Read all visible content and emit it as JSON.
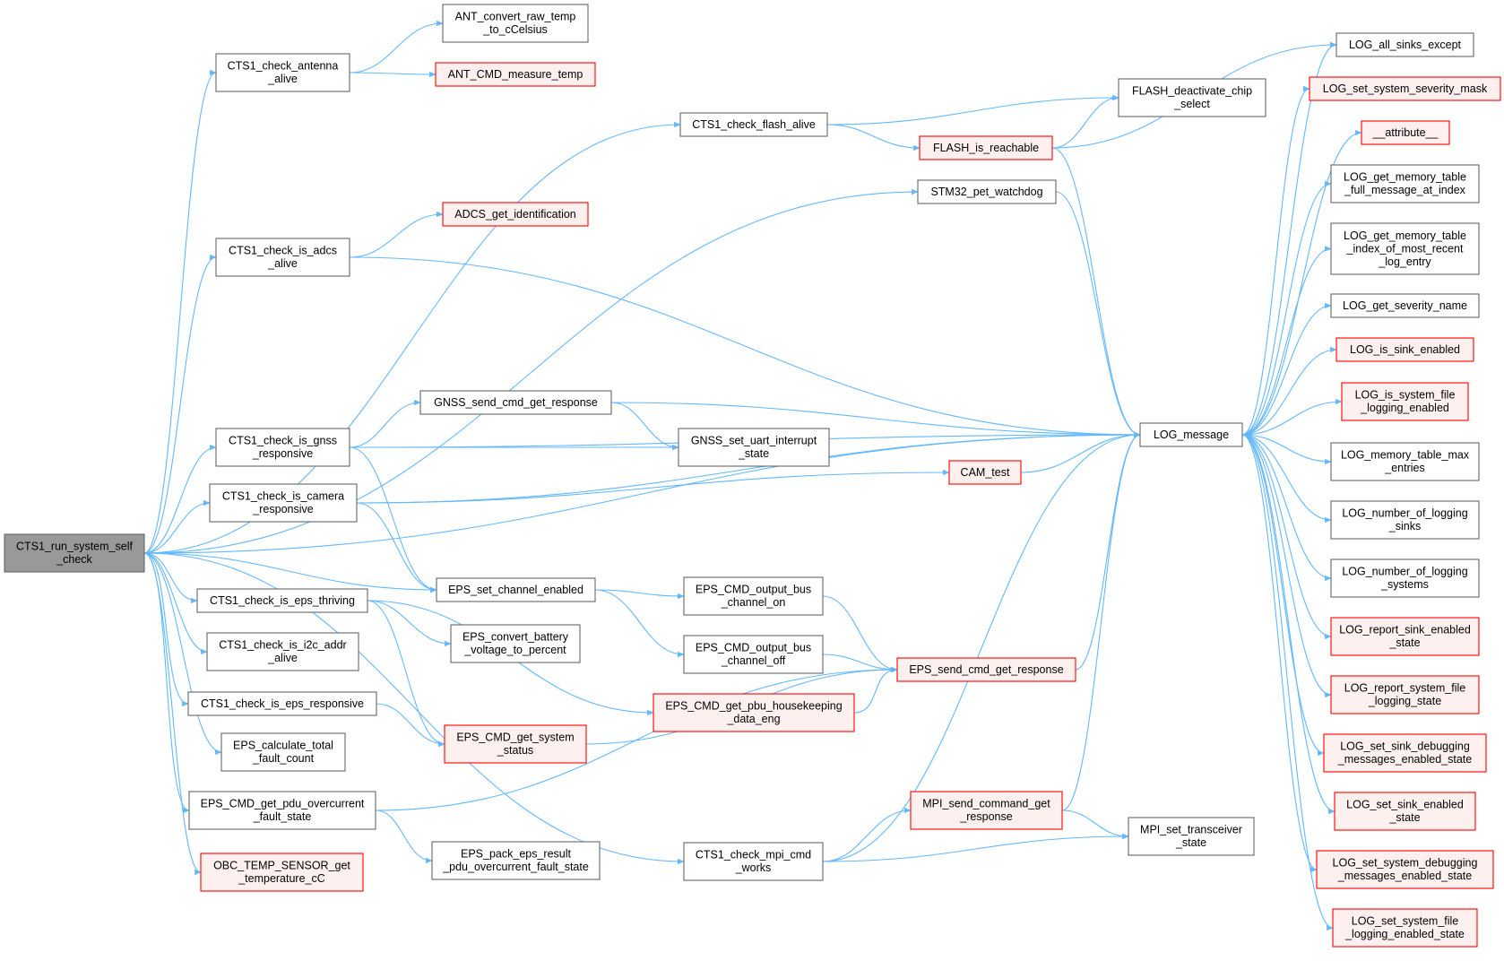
{
  "colors": {
    "edge": "#63b8ff",
    "root_fill": "#999999",
    "root_stroke": "#666666",
    "normal_fill": "#ffffff",
    "normal_stroke": "#666666",
    "red_fill": "#fff0f0",
    "red_stroke": "#ff0000"
  },
  "nodes": [
    {
      "id": "root",
      "lines": [
        "CTS1_run_system_self",
        "_check"
      ],
      "style": "root"
    },
    {
      "id": "chk_ant",
      "lines": [
        "CTS1_check_antenna",
        "_alive"
      ],
      "style": "normal"
    },
    {
      "id": "ant_conv",
      "lines": [
        "ANT_convert_raw_temp",
        "_to_cCelsius"
      ],
      "style": "normal"
    },
    {
      "id": "ant_meas",
      "lines": [
        "ANT_CMD_measure_temp"
      ],
      "style": "red"
    },
    {
      "id": "chk_flash",
      "lines": [
        "CTS1_check_flash_alive"
      ],
      "style": "normal"
    },
    {
      "id": "flash_deact",
      "lines": [
        "FLASH_deactivate_chip",
        "_select"
      ],
      "style": "normal"
    },
    {
      "id": "flash_reach",
      "lines": [
        "FLASH_is_reachable"
      ],
      "style": "red"
    },
    {
      "id": "stm32",
      "lines": [
        "STM32_pet_watchdog"
      ],
      "style": "normal"
    },
    {
      "id": "adcs_id",
      "lines": [
        "ADCS_get_identification"
      ],
      "style": "red"
    },
    {
      "id": "chk_adcs",
      "lines": [
        "CTS1_check_is_adcs",
        "_alive"
      ],
      "style": "normal"
    },
    {
      "id": "gnss_send",
      "lines": [
        "GNSS_send_cmd_get_response"
      ],
      "style": "normal"
    },
    {
      "id": "chk_gnss",
      "lines": [
        "CTS1_check_is_gnss",
        "_responsive"
      ],
      "style": "normal"
    },
    {
      "id": "gnss_uart",
      "lines": [
        "GNSS_set_uart_interrupt",
        "_state"
      ],
      "style": "normal"
    },
    {
      "id": "log_msg",
      "lines": [
        "LOG_message"
      ],
      "style": "normal"
    },
    {
      "id": "cam_test",
      "lines": [
        "CAM_test"
      ],
      "style": "red"
    },
    {
      "id": "chk_cam",
      "lines": [
        "CTS1_check_is_camera",
        "_responsive"
      ],
      "style": "normal"
    },
    {
      "id": "eps_set_ch",
      "lines": [
        "EPS_set_channel_enabled"
      ],
      "style": "normal"
    },
    {
      "id": "eps_bus_on",
      "lines": [
        "EPS_CMD_output_bus",
        "_channel_on"
      ],
      "style": "normal"
    },
    {
      "id": "chk_eps_thr",
      "lines": [
        "CTS1_check_is_eps_thriving"
      ],
      "style": "normal"
    },
    {
      "id": "eps_batt",
      "lines": [
        "EPS_convert_battery",
        "_voltage_to_percent"
      ],
      "style": "normal"
    },
    {
      "id": "eps_bus_off",
      "lines": [
        "EPS_CMD_output_bus",
        "_channel_off"
      ],
      "style": "normal"
    },
    {
      "id": "chk_i2c",
      "lines": [
        "CTS1_check_is_i2c_addr",
        "_alive"
      ],
      "style": "normal"
    },
    {
      "id": "eps_send",
      "lines": [
        "EPS_send_cmd_get_response"
      ],
      "style": "red"
    },
    {
      "id": "chk_eps_resp",
      "lines": [
        "CTS1_check_is_eps_responsive"
      ],
      "style": "normal"
    },
    {
      "id": "eps_pbu",
      "lines": [
        "EPS_CMD_get_pbu_housekeeping",
        "_data_eng"
      ],
      "style": "red"
    },
    {
      "id": "eps_sys",
      "lines": [
        "EPS_CMD_get_system",
        "_status"
      ],
      "style": "red"
    },
    {
      "id": "eps_fault",
      "lines": [
        "EPS_calculate_total",
        "_fault_count"
      ],
      "style": "normal"
    },
    {
      "id": "eps_pdu",
      "lines": [
        "EPS_CMD_get_pdu_overcurrent",
        "_fault_state"
      ],
      "style": "normal"
    },
    {
      "id": "mpi_send",
      "lines": [
        "MPI_send_command_get",
        "_response"
      ],
      "style": "red"
    },
    {
      "id": "mpi_trans",
      "lines": [
        "MPI_set_transceiver",
        "_state"
      ],
      "style": "normal"
    },
    {
      "id": "obc_temp",
      "lines": [
        "OBC_TEMP_SENSOR_get",
        "_temperature_cC"
      ],
      "style": "red"
    },
    {
      "id": "eps_pack",
      "lines": [
        "EPS_pack_eps_result",
        "_pdu_overcurrent_fault_state"
      ],
      "style": "normal"
    },
    {
      "id": "chk_mpi",
      "lines": [
        "CTS1_check_mpi_cmd",
        "_works"
      ],
      "style": "normal"
    },
    {
      "id": "log_all",
      "lines": [
        "LOG_all_sinks_except"
      ],
      "style": "normal"
    },
    {
      "id": "log_sev_mask",
      "lines": [
        "LOG_set_system_severity_mask"
      ],
      "style": "red"
    },
    {
      "id": "attr",
      "lines": [
        "__attribute__"
      ],
      "style": "red"
    },
    {
      "id": "log_mem_full",
      "lines": [
        "LOG_get_memory_table",
        "_full_message_at_index"
      ],
      "style": "normal"
    },
    {
      "id": "log_mem_idx",
      "lines": [
        "LOG_get_memory_table",
        "_index_of_most_recent",
        "_log_entry"
      ],
      "style": "normal"
    },
    {
      "id": "log_sev_name",
      "lines": [
        "LOG_get_severity_name"
      ],
      "style": "normal"
    },
    {
      "id": "log_sink_en",
      "lines": [
        "LOG_is_sink_enabled"
      ],
      "style": "red"
    },
    {
      "id": "log_sys_file",
      "lines": [
        "LOG_is_system_file",
        "_logging_enabled"
      ],
      "style": "red"
    },
    {
      "id": "log_mem_max",
      "lines": [
        "LOG_memory_table_max",
        "_entries"
      ],
      "style": "normal"
    },
    {
      "id": "log_num_sinks",
      "lines": [
        "LOG_number_of_logging",
        "_sinks"
      ],
      "style": "normal"
    },
    {
      "id": "log_num_sys",
      "lines": [
        "LOG_number_of_logging",
        "_systems"
      ],
      "style": "normal"
    },
    {
      "id": "log_rep_sink",
      "lines": [
        "LOG_report_sink_enabled",
        "_state"
      ],
      "style": "red"
    },
    {
      "id": "log_rep_sys",
      "lines": [
        "LOG_report_system_file",
        "_logging_state"
      ],
      "style": "red"
    },
    {
      "id": "log_set_sink_dbg",
      "lines": [
        "LOG_set_sink_debugging",
        "_messages_enabled_state"
      ],
      "style": "red"
    },
    {
      "id": "log_set_sink_en",
      "lines": [
        "LOG_set_sink_enabled",
        "_state"
      ],
      "style": "red"
    },
    {
      "id": "log_set_sys_dbg",
      "lines": [
        "LOG_set_system_debugging",
        "_messages_enabled_state"
      ],
      "style": "red"
    },
    {
      "id": "log_set_sys_file",
      "lines": [
        "LOG_set_system_file",
        "_logging_enabled_state"
      ],
      "style": "red"
    }
  ],
  "edges": [
    [
      "root",
      "chk_ant"
    ],
    [
      "root",
      "chk_flash"
    ],
    [
      "root",
      "stm32"
    ],
    [
      "root",
      "chk_adcs"
    ],
    [
      "root",
      "log_msg"
    ],
    [
      "root",
      "chk_gnss"
    ],
    [
      "root",
      "chk_cam"
    ],
    [
      "root",
      "eps_set_ch"
    ],
    [
      "root",
      "chk_eps_thr"
    ],
    [
      "root",
      "chk_i2c"
    ],
    [
      "root",
      "chk_eps_resp"
    ],
    [
      "root",
      "eps_fault"
    ],
    [
      "root",
      "eps_pdu"
    ],
    [
      "root",
      "obc_temp"
    ],
    [
      "root",
      "chk_mpi"
    ],
    [
      "chk_ant",
      "ant_conv"
    ],
    [
      "chk_ant",
      "ant_meas"
    ],
    [
      "chk_flash",
      "flash_deact"
    ],
    [
      "chk_flash",
      "flash_reach"
    ],
    [
      "flash_reach",
      "flash_deact"
    ],
    [
      "flash_reach",
      "log_all"
    ],
    [
      "flash_reach",
      "log_msg"
    ],
    [
      "stm32",
      "log_msg"
    ],
    [
      "chk_adcs",
      "adcs_id"
    ],
    [
      "chk_adcs",
      "log_msg"
    ],
    [
      "chk_gnss",
      "gnss_send"
    ],
    [
      "chk_gnss",
      "gnss_uart"
    ],
    [
      "chk_gnss",
      "log_msg"
    ],
    [
      "chk_gnss",
      "eps_set_ch"
    ],
    [
      "gnss_send",
      "gnss_uart"
    ],
    [
      "gnss_send",
      "log_msg"
    ],
    [
      "chk_cam",
      "cam_test"
    ],
    [
      "chk_cam",
      "log_msg"
    ],
    [
      "chk_cam",
      "eps_set_ch"
    ],
    [
      "cam_test",
      "log_msg"
    ],
    [
      "eps_set_ch",
      "eps_bus_on"
    ],
    [
      "eps_set_ch",
      "eps_bus_off"
    ],
    [
      "eps_bus_on",
      "eps_send"
    ],
    [
      "eps_bus_off",
      "eps_send"
    ],
    [
      "chk_eps_thr",
      "eps_batt"
    ],
    [
      "chk_eps_thr",
      "eps_pbu"
    ],
    [
      "chk_eps_thr",
      "eps_sys"
    ],
    [
      "eps_pbu",
      "eps_send"
    ],
    [
      "chk_eps_resp",
      "eps_sys"
    ],
    [
      "eps_sys",
      "eps_send"
    ],
    [
      "eps_pdu",
      "eps_send"
    ],
    [
      "eps_pdu",
      "eps_pack"
    ],
    [
      "eps_send",
      "log_msg"
    ],
    [
      "chk_mpi",
      "mpi_send"
    ],
    [
      "chk_mpi",
      "mpi_trans"
    ],
    [
      "chk_mpi",
      "log_msg"
    ],
    [
      "mpi_send",
      "mpi_trans"
    ],
    [
      "mpi_send",
      "log_msg"
    ],
    [
      "log_msg",
      "log_all"
    ],
    [
      "log_msg",
      "log_sev_mask"
    ],
    [
      "log_msg",
      "attr"
    ],
    [
      "log_msg",
      "log_mem_full"
    ],
    [
      "log_msg",
      "log_mem_idx"
    ],
    [
      "log_msg",
      "log_sev_name"
    ],
    [
      "log_msg",
      "log_sink_en"
    ],
    [
      "log_msg",
      "log_sys_file"
    ],
    [
      "log_msg",
      "log_mem_max"
    ],
    [
      "log_msg",
      "log_num_sinks"
    ],
    [
      "log_msg",
      "log_num_sys"
    ],
    [
      "log_msg",
      "log_rep_sink"
    ],
    [
      "log_msg",
      "log_rep_sys"
    ],
    [
      "log_msg",
      "log_set_sink_dbg"
    ],
    [
      "log_msg",
      "log_set_sink_en"
    ],
    [
      "log_msg",
      "log_set_sys_dbg"
    ],
    [
      "log_msg",
      "log_set_sys_file"
    ]
  ]
}
